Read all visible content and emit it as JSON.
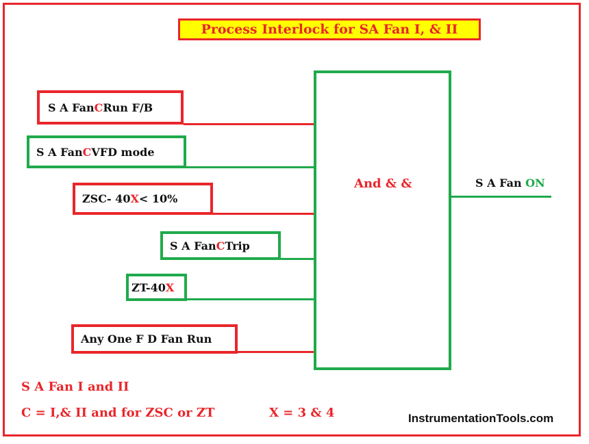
{
  "title": "Process Interlock for SA  Fan I, & II",
  "inputs": [
    {
      "pre": "S A Fan ",
      "hl": "C",
      "post": " Run F/B"
    },
    {
      "pre": "S A Fan ",
      "hl": "C",
      "post": " VFD mode"
    },
    {
      "pre": "ZSC- 40",
      "hl": "X",
      "post": "  < 10%"
    },
    {
      "pre": "S A Fan ",
      "hl": "C",
      "post": " Trip"
    },
    {
      "pre": "ZT-40",
      "hl": "X",
      "post": ""
    },
    {
      "pre": "Any One F D Fan Run",
      "hl": "",
      "post": ""
    }
  ],
  "gate": {
    "label": "And & &"
  },
  "output": {
    "pre": "S A Fan ",
    "hl": "ON"
  },
  "legend": {
    "line1": "S A Fan I and II",
    "line2": "C = I,& II   and for  ZSC or ZT",
    "line3": "X = 3 & 4"
  },
  "watermark": "InstrumentationTools.com",
  "colors": {
    "red": "#e8262b",
    "green": "#1faa4b",
    "title_bg": "#ffff00"
  }
}
